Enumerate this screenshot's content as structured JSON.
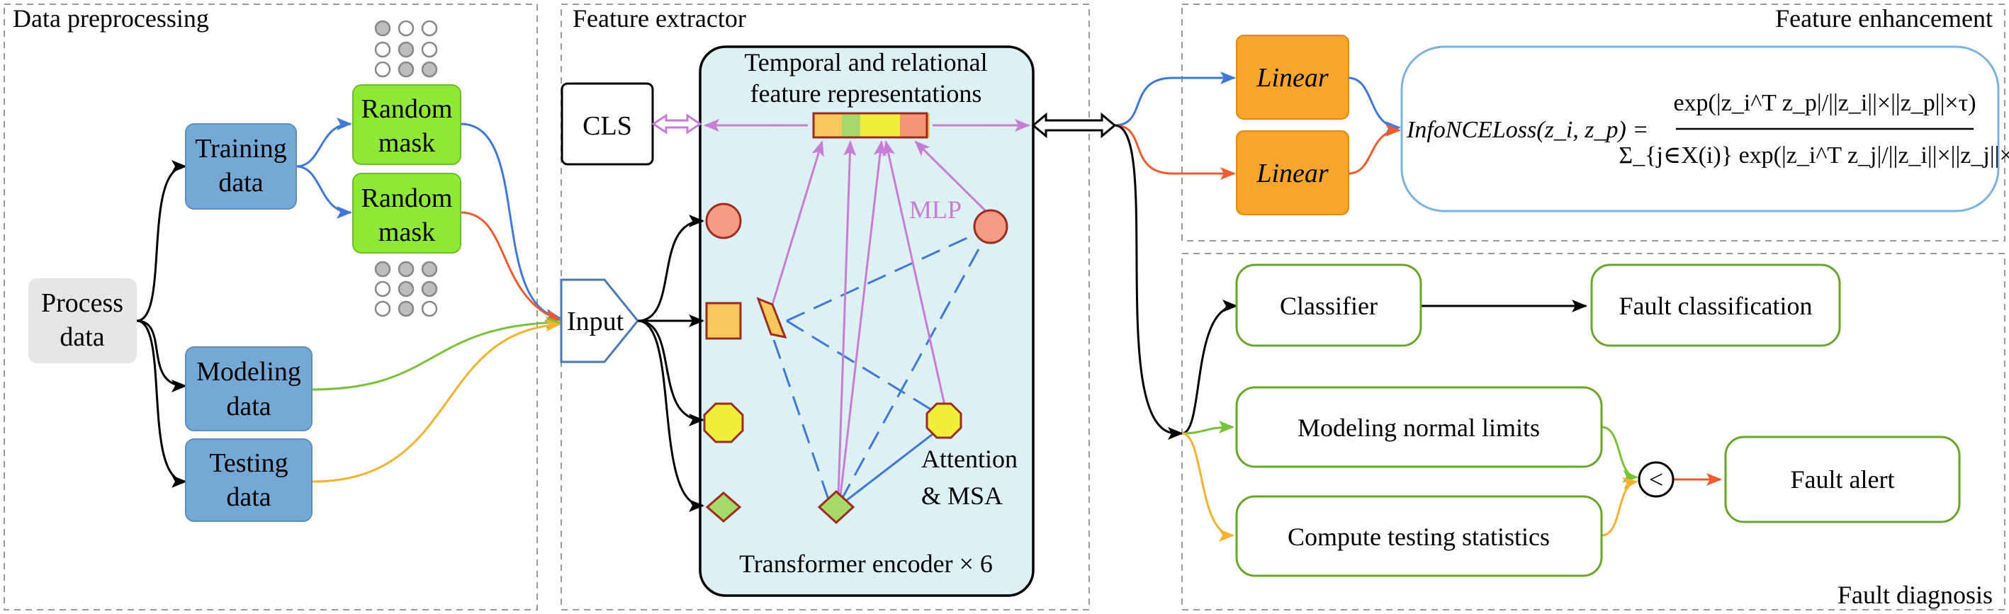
{
  "sections": {
    "preprocessing": "Data preprocessing",
    "extractor": "Feature extractor",
    "enhancement": "Feature enhancement",
    "diagnosis": "Fault diagnosis"
  },
  "preprocessing": {
    "process_data": [
      "Process",
      "data"
    ],
    "training_data": [
      "Training",
      "data"
    ],
    "modeling_data": [
      "Modeling",
      "data"
    ],
    "testing_data": [
      "Testing",
      "data"
    ],
    "random_mask_1": [
      "Random",
      "mask"
    ],
    "random_mask_2": [
      "Random",
      "mask"
    ]
  },
  "extractor": {
    "input": "Input",
    "cls": "CLS",
    "representation_title": [
      "Temporal and relational",
      "feature representations"
    ],
    "mlp": "MLP",
    "attention": [
      "Attention",
      "& MSA"
    ],
    "encoder": "Transformer encoder × 6"
  },
  "enhancement": {
    "linear_1": "Linear",
    "linear_2": "Linear",
    "loss_lhs": "InfoNCELoss(z_i, z_p) =",
    "loss_numerator": "exp(|z_i^T z_p|/||z_i||×||z_p||×τ)",
    "loss_denominator": "Σ_{j∈X(i)} exp(|z_i^T z_j|/||z_i||×||z_j||×τ)"
  },
  "diagnosis": {
    "classifier": "Classifier",
    "fault_classification": "Fault classification",
    "modeling_limits": "Modeling normal limits",
    "testing_statistics": "Compute testing statistics",
    "compare": "<",
    "fault_alert": "Fault alert"
  },
  "colors": {
    "blue_box": "#76a8d6",
    "green_mask": "#8fe836",
    "orange_linear": "#f7a52c",
    "encoder_bg": "#ddf0f3",
    "green_border": "#6aa62e",
    "blue_arrow": "#3f78d8",
    "red_arrow": "#ef5a2f",
    "green_arrow": "#78c23a",
    "yellow_arrow": "#f5b130",
    "purple": "#c77dd6"
  }
}
